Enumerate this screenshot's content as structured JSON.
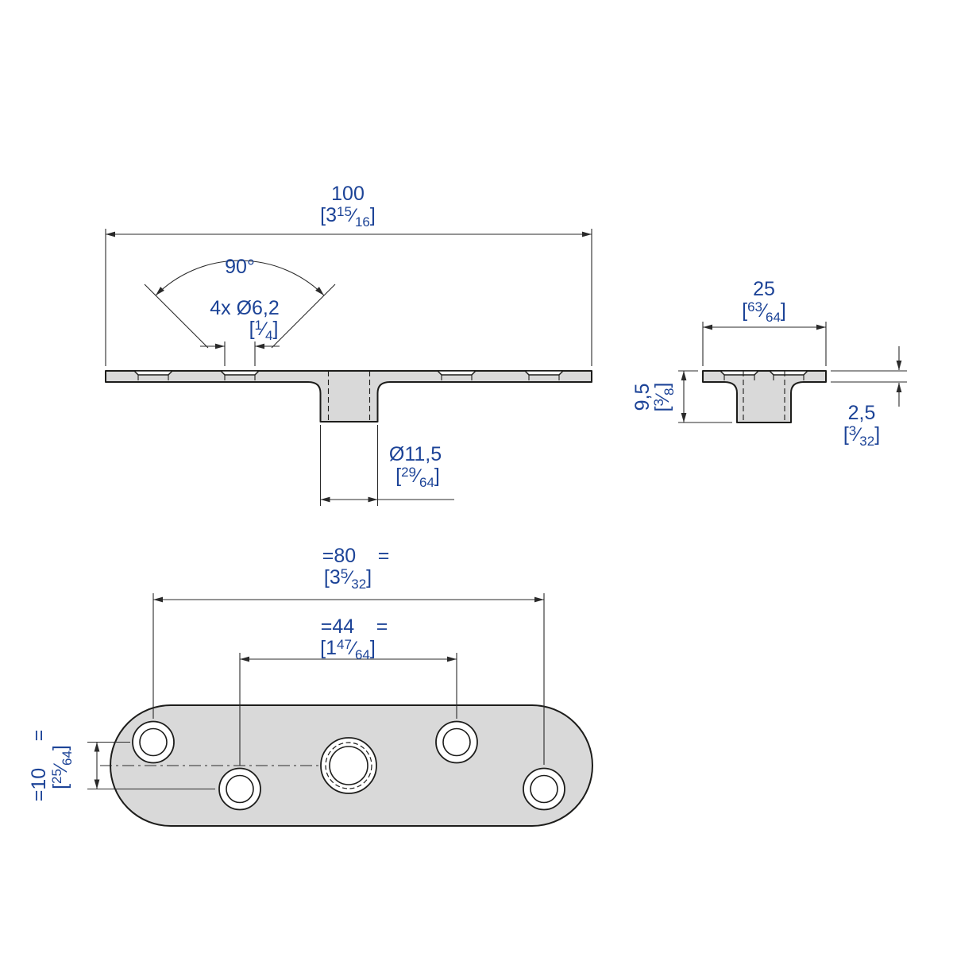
{
  "drawing": {
    "front": {
      "width": {
        "value": "100",
        "pre": "[3",
        "sup": "15",
        "sub": "16",
        "post": "]"
      },
      "angle": {
        "value": "90°"
      },
      "holes": {
        "value": "4x Ø6,2",
        "pre": "[",
        "sup": "1",
        "sub": "4",
        "post": "]"
      },
      "boss": {
        "value": "Ø11,5",
        "pre": "[",
        "sup": "29",
        "sub": "64",
        "post": "]"
      }
    },
    "side": {
      "width": {
        "value": "25",
        "pre": "[",
        "sup": "63",
        "sub": "64",
        "post": "]"
      },
      "height": {
        "value": "9,5",
        "pre": "[",
        "sup": "3",
        "sub": "8",
        "post": "]"
      },
      "thickness": {
        "value": "2,5",
        "pre": "[",
        "sup": "3",
        "sub": "32",
        "post": "]"
      }
    },
    "plan": {
      "length": {
        "value": "=80",
        "eq": "=",
        "pre": "[3",
        "sup": "5",
        "sub": "32",
        "post": "]"
      },
      "spacing": {
        "value": "=44",
        "eq": "=",
        "pre": "[1",
        "sup": "47",
        "sub": "64",
        "post": "]"
      },
      "offset": {
        "value": "=10",
        "eq": "=",
        "pre": "[",
        "sup": "25",
        "sub": "64",
        "post": "]"
      }
    },
    "slash": "⁄"
  },
  "colors": {
    "dimension_text": "#1c4397",
    "line": "#2a2a2a",
    "outline": "#1d1d1b",
    "part_fill": "#d9d9d9"
  }
}
